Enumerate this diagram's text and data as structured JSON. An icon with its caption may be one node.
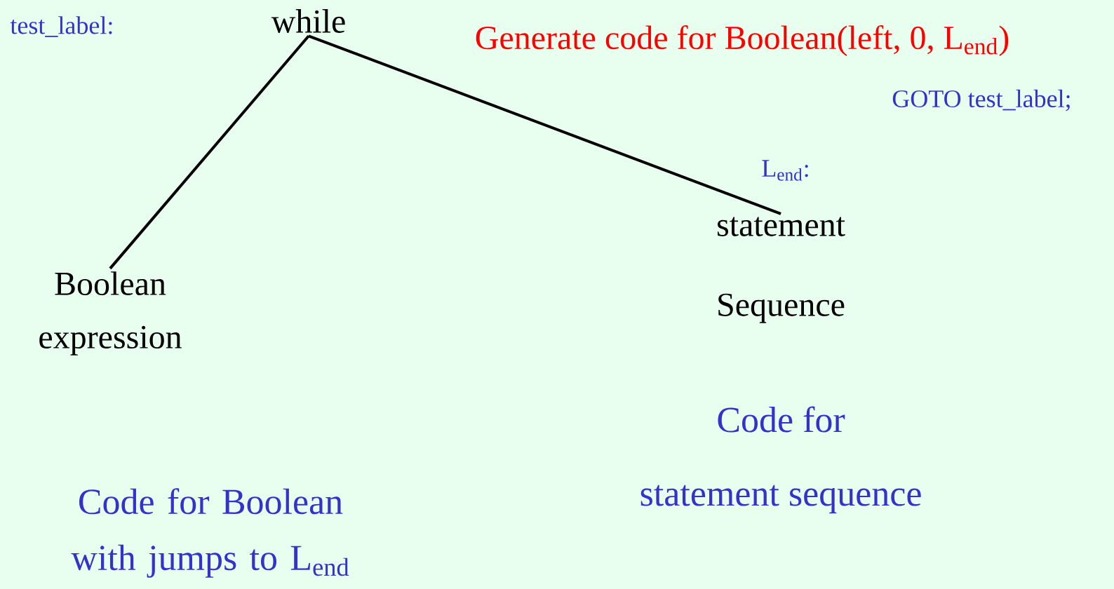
{
  "diagram": {
    "nodes": [
      {
        "text": [
          "while"
        ]
      },
      {
        "text": [
          "Boolean expression"
        ]
      },
      {
        "text": [
          "statement Sequence"
        ]
      }
    ],
    "edges": [
      {
        "from": 0,
        "to": 1,
        "arrow": "none"
      },
      {
        "from": 0,
        "to": 2,
        "arrow": "none"
      }
    ],
    "labels": [
      "test_label:",
      "Generate code for Boolean(left, 0, L$_{end}$)",
      "GOTO test_label;",
      "L$_{end}$:",
      "Code for",
      "statement sequence",
      "Code for Boolean with jumps to L$_{end}$"
    ]
  }
}
